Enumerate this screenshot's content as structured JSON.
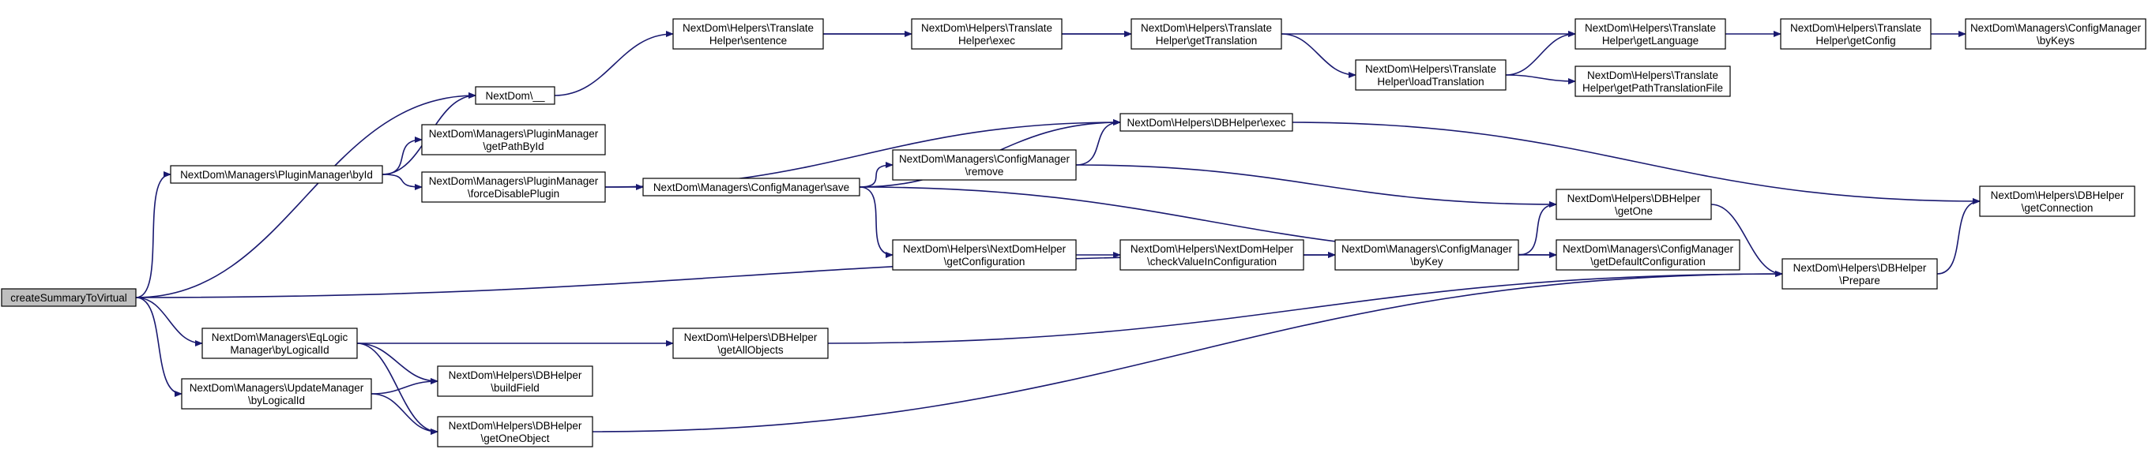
{
  "colors": {
    "edge": "#191970",
    "node_fill": "#ffffff",
    "root_fill": "#bfbfbf",
    "border": "#000000"
  },
  "nodes": {
    "root": {
      "lines": [
        "createSummaryToVirtual"
      ]
    },
    "nextdom": {
      "lines": [
        "NextDom\\__"
      ]
    },
    "pm_byid": {
      "lines": [
        "NextDom\\Managers\\PluginManager\\byId"
      ]
    },
    "pm_getpath": {
      "lines": [
        "NextDom\\Managers\\PluginManager",
        "\\getPathById"
      ]
    },
    "pm_force": {
      "lines": [
        "NextDom\\Managers\\PluginManager",
        "\\forceDisablePlugin"
      ]
    },
    "cm_save": {
      "lines": [
        "NextDom\\Managers\\ConfigManager\\save"
      ]
    },
    "cm_remove": {
      "lines": [
        "NextDom\\Managers\\ConfigManager",
        "\\remove"
      ]
    },
    "nh_getconf": {
      "lines": [
        "NextDom\\Helpers\\NextDomHelper",
        "\\getConfiguration"
      ]
    },
    "nh_check": {
      "lines": [
        "NextDom\\Helpers\\NextDomHelper",
        "\\checkValueInConfiguration"
      ]
    },
    "cm_bykey": {
      "lines": [
        "NextDom\\Managers\\ConfigManager",
        "\\byKey"
      ]
    },
    "cm_default": {
      "lines": [
        "NextDom\\Managers\\ConfigManager",
        "\\getDefaultConfiguration"
      ]
    },
    "db_getone": {
      "lines": [
        "NextDom\\Helpers\\DBHelper",
        "\\getOne"
      ]
    },
    "db_exec": {
      "lines": [
        "NextDom\\Helpers\\DBHelper\\exec"
      ]
    },
    "db_getconn": {
      "lines": [
        "NextDom\\Helpers\\DBHelper",
        "\\getConnection"
      ]
    },
    "db_prepare": {
      "lines": [
        "NextDom\\Helpers\\DBHelper",
        "\\Prepare"
      ]
    },
    "th_sentence": {
      "lines": [
        "NextDom\\Helpers\\Translate",
        "Helper\\sentence"
      ]
    },
    "th_exec": {
      "lines": [
        "NextDom\\Helpers\\Translate",
        "Helper\\exec"
      ]
    },
    "th_gettrans": {
      "lines": [
        "NextDom\\Helpers\\Translate",
        "Helper\\getTranslation"
      ]
    },
    "th_load": {
      "lines": [
        "NextDom\\Helpers\\Translate",
        "Helper\\loadTranslation"
      ]
    },
    "th_getlang": {
      "lines": [
        "NextDom\\Helpers\\Translate",
        "Helper\\getLanguage"
      ]
    },
    "th_getpath": {
      "lines": [
        "NextDom\\Helpers\\Translate",
        "Helper\\getPathTranslationFile"
      ]
    },
    "th_getconf": {
      "lines": [
        "NextDom\\Helpers\\Translate",
        "Helper\\getConfig"
      ]
    },
    "cm_bykeys": {
      "lines": [
        "NextDom\\Managers\\ConfigManager",
        "\\byKeys"
      ]
    },
    "em_bylogic": {
      "lines": [
        "NextDom\\Managers\\EqLogic",
        "Manager\\byLogicalId"
      ]
    },
    "um_bylogic": {
      "lines": [
        "NextDom\\Managers\\UpdateManager",
        "\\byLogicalId"
      ]
    },
    "db_getall": {
      "lines": [
        "NextDom\\Helpers\\DBHelper",
        "\\getAllObjects"
      ]
    },
    "db_build": {
      "lines": [
        "NextDom\\Helpers\\DBHelper",
        "\\buildField"
      ]
    },
    "db_getoneobj": {
      "lines": [
        "NextDom\\Helpers\\DBHelper",
        "\\getOneObject"
      ]
    }
  },
  "edges": [
    [
      "root",
      "nextdom"
    ],
    [
      "root",
      "pm_byid"
    ],
    [
      "root",
      "cm_bykey"
    ],
    [
      "root",
      "em_bylogic"
    ],
    [
      "root",
      "um_bylogic"
    ],
    [
      "pm_byid",
      "nextdom"
    ],
    [
      "pm_byid",
      "pm_getpath"
    ],
    [
      "pm_byid",
      "pm_force"
    ],
    [
      "pm_force",
      "db_exec"
    ],
    [
      "pm_force",
      "cm_save"
    ],
    [
      "nextdom",
      "th_sentence"
    ],
    [
      "th_sentence",
      "th_exec"
    ],
    [
      "th_sentence",
      "th_gettrans"
    ],
    [
      "th_exec",
      "th_gettrans"
    ],
    [
      "th_gettrans",
      "th_getlang"
    ],
    [
      "th_gettrans",
      "th_load"
    ],
    [
      "th_load",
      "th_getlang"
    ],
    [
      "th_load",
      "th_getpath"
    ],
    [
      "th_getlang",
      "th_getconf"
    ],
    [
      "th_getconf",
      "cm_bykeys"
    ],
    [
      "cm_save",
      "db_exec"
    ],
    [
      "cm_save",
      "cm_remove"
    ],
    [
      "cm_save",
      "nh_getconf"
    ],
    [
      "cm_save",
      "cm_default"
    ],
    [
      "cm_remove",
      "db_exec"
    ],
    [
      "cm_remove",
      "db_getone"
    ],
    [
      "nh_getconf",
      "nh_check"
    ],
    [
      "nh_check",
      "cm_bykey"
    ],
    [
      "cm_bykey",
      "db_getone"
    ],
    [
      "cm_bykey",
      "cm_default"
    ],
    [
      "db_exec",
      "db_getconn"
    ],
    [
      "db_getone",
      "db_prepare"
    ],
    [
      "db_prepare",
      "db_getconn"
    ],
    [
      "em_bylogic",
      "db_getall"
    ],
    [
      "em_bylogic",
      "db_build"
    ],
    [
      "em_bylogic",
      "db_getoneobj"
    ],
    [
      "db_getall",
      "db_prepare"
    ],
    [
      "um_bylogic",
      "db_build"
    ],
    [
      "um_bylogic",
      "db_getoneobj"
    ],
    [
      "db_getoneobj",
      "db_prepare"
    ]
  ]
}
